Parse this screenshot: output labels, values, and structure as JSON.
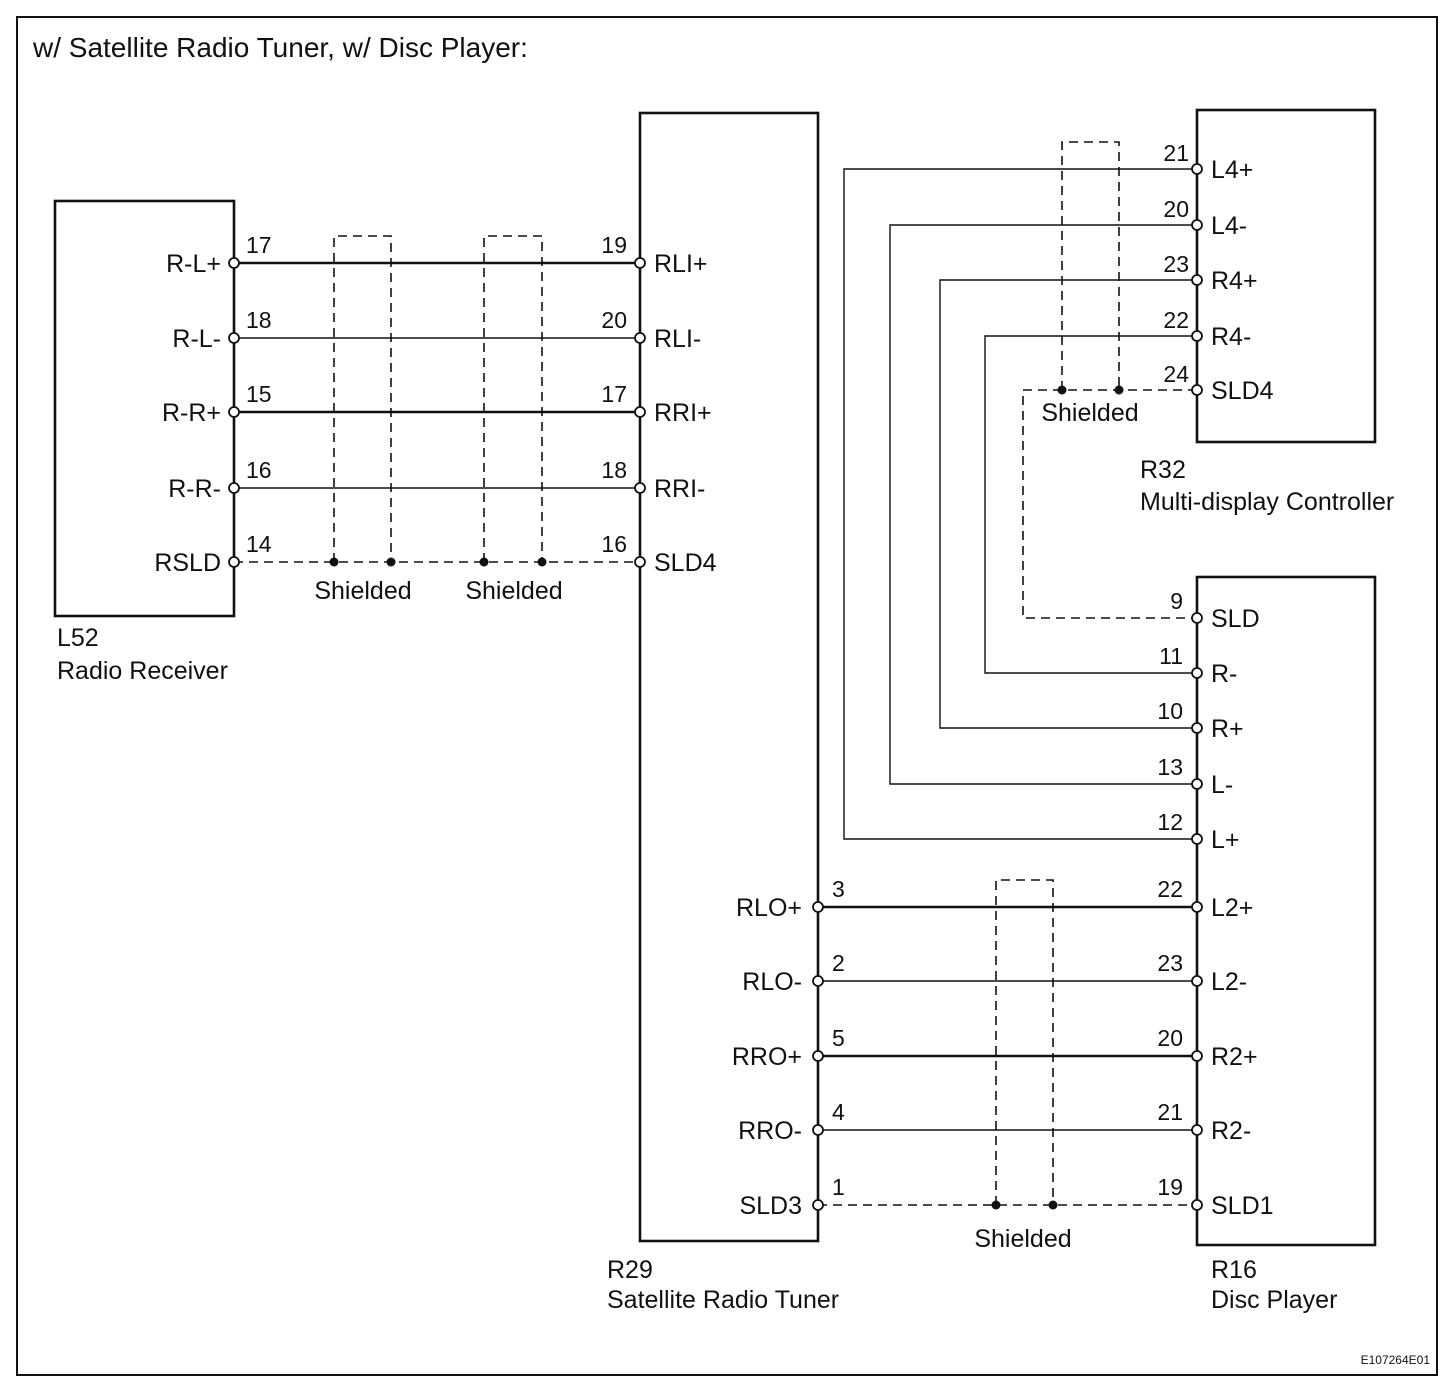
{
  "title": "w/ Satellite Radio Tuner, w/ Disc Player:",
  "figure_code": "E107264E01",
  "shield_label": "Shielded",
  "components": {
    "L52": {
      "code": "L52",
      "name": "Radio Receiver",
      "pins": [
        {
          "label": "R-L+",
          "num": "17"
        },
        {
          "label": "R-L-",
          "num": "18"
        },
        {
          "label": "R-R+",
          "num": "15"
        },
        {
          "label": "R-R-",
          "num": "16"
        },
        {
          "label": "RSLD",
          "num": "14"
        }
      ]
    },
    "R29": {
      "code": "R29",
      "name": "Satellite Radio Tuner",
      "pins_left": [
        {
          "label": "RLI+",
          "num": "19"
        },
        {
          "label": "RLI-",
          "num": "20"
        },
        {
          "label": "RRI+",
          "num": "17"
        },
        {
          "label": "RRI-",
          "num": "18"
        },
        {
          "label": "SLD4",
          "num": "16"
        }
      ],
      "pins_right": [
        {
          "label": "RLO+",
          "num": "3"
        },
        {
          "label": "RLO-",
          "num": "2"
        },
        {
          "label": "RRO+",
          "num": "5"
        },
        {
          "label": "RRO-",
          "num": "4"
        },
        {
          "label": "SLD3",
          "num": "1"
        }
      ]
    },
    "R32": {
      "code": "R32",
      "name": "Multi-display Controller",
      "pins": [
        {
          "label": "L4+",
          "num": "21"
        },
        {
          "label": "L4-",
          "num": "20"
        },
        {
          "label": "R4+",
          "num": "23"
        },
        {
          "label": "R4-",
          "num": "22"
        },
        {
          "label": "SLD4",
          "num": "24"
        }
      ]
    },
    "R16": {
      "code": "R16",
      "name": "Disc Player",
      "pins_upper": [
        {
          "label": "SLD",
          "num": "9"
        },
        {
          "label": "R-",
          "num": "11"
        },
        {
          "label": "R+",
          "num": "10"
        },
        {
          "label": "L-",
          "num": "13"
        },
        {
          "label": "L+",
          "num": "12"
        }
      ],
      "pins_lower": [
        {
          "label": "L2+",
          "num": "22"
        },
        {
          "label": "L2-",
          "num": "23"
        },
        {
          "label": "R2+",
          "num": "20"
        },
        {
          "label": "R2-",
          "num": "21"
        },
        {
          "label": "SLD1",
          "num": "19"
        }
      ]
    }
  }
}
